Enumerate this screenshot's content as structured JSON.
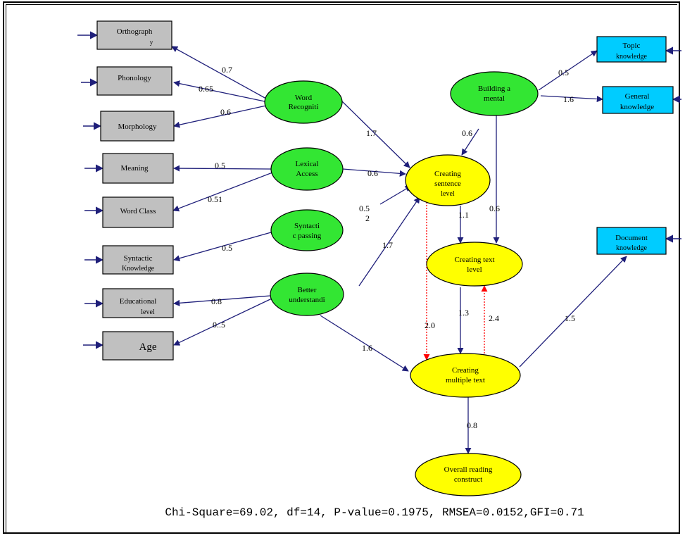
{
  "diagram": {
    "colors": {
      "observed_fill": "#c0c0c0",
      "external_fill": "#00ccff",
      "latent_fill": "#33e633",
      "outcome_fill": "#ffff00",
      "arrow": "#1f1f7a",
      "dotted_arrow": "#ff0000"
    },
    "observed": {
      "orthography": [
        "Orthograph",
        "y"
      ],
      "phonology": [
        "Phonology"
      ],
      "morphology": [
        "Morphology"
      ],
      "meaning": [
        "Meaning"
      ],
      "word_class": [
        "Word Class"
      ],
      "syntactic_knowledge": [
        "Syntactic",
        "Knowledge"
      ],
      "educational_level": [
        "Educational",
        "level"
      ],
      "age": [
        "Age"
      ]
    },
    "external": {
      "topic_knowledge": [
        "Topic",
        "knowledge"
      ],
      "general_knowledge": [
        "General",
        "knowledge"
      ],
      "document_knowledge": [
        "Document",
        "knowledge"
      ]
    },
    "latent": {
      "word_recognition": [
        "Word",
        "Recogniti"
      ],
      "lexical_access": [
        "Lexical",
        "Access"
      ],
      "syntactic_passing": [
        "Syntacti",
        "c passing"
      ],
      "better_understanding": [
        "Better",
        "understandi"
      ],
      "building_mental": [
        "Building a",
        "mental"
      ]
    },
    "outcome": {
      "creating_sentence": [
        "Creating",
        "sentence",
        "level"
      ],
      "creating_text": [
        "Creating text",
        "level"
      ],
      "creating_multiple": [
        "Creating",
        "multiple text"
      ],
      "overall_reading": [
        "Overall reading",
        "construct"
      ]
    },
    "labels": {
      "orth": "0.7",
      "phon": "0.65",
      "morph": "0.6",
      "meaning": "0.5",
      "wordclass": "0.51",
      "synknow": "0.5",
      "edu": "0.8",
      "age": "0..5",
      "wr_cs": "1.7",
      "la_cs": "0.6",
      "sp_cs": "0.5",
      "sp_cs_sub": "2",
      "bu_cs": "1.7",
      "bu_cm": "1.6",
      "bm_cs": "0.6",
      "bm_ct": "0.6",
      "topic": "0.5",
      "general": "1.6",
      "cs_ct": "1.1",
      "ct_cm": "1.3",
      "cs_cm_dotted": "2.0",
      "cm_ct_dotted": "2.4",
      "cm_doc": "1.5",
      "cm_overall": "0.8"
    },
    "fit_statistics": "Chi-Square=69.02, df=14, P-value=0.1975, RMSEA=0.0152,GFI=0.71"
  }
}
